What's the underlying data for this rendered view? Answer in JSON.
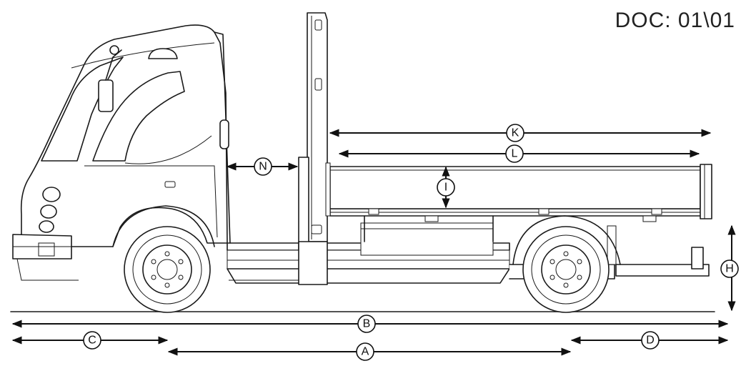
{
  "document": {
    "code": "DOC: 01\\01"
  },
  "dimensions": [
    {
      "id": "A",
      "label": "A"
    },
    {
      "id": "B",
      "label": "B"
    },
    {
      "id": "C",
      "label": "C"
    },
    {
      "id": "D",
      "label": "D"
    },
    {
      "id": "H",
      "label": "H"
    },
    {
      "id": "I",
      "label": "I"
    },
    {
      "id": "K",
      "label": "K"
    },
    {
      "id": "L",
      "label": "L"
    },
    {
      "id": "N",
      "label": "N"
    }
  ],
  "colors": {
    "line": "#1a1a1a",
    "background": "#ffffff"
  }
}
